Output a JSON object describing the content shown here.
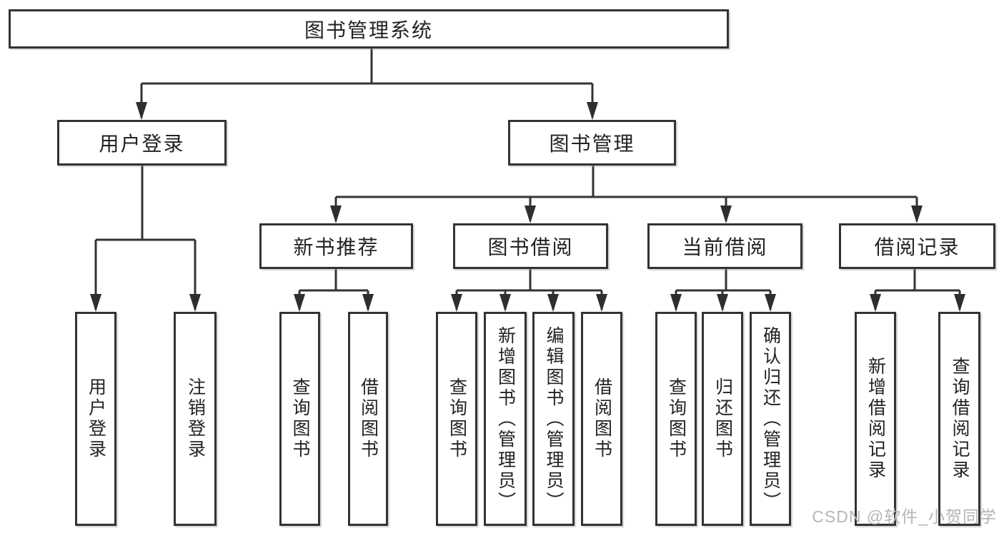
{
  "diagram": {
    "root": "图书管理系统",
    "branches": [
      {
        "name": "用户登录",
        "leaves": [
          "用户登录",
          "注销登录"
        ]
      },
      {
        "name": "图书管理",
        "groups": [
          {
            "name": "新书推荐",
            "leaves": [
              "查询图书",
              "借阅图书"
            ]
          },
          {
            "name": "图书借阅",
            "leaves": [
              "查询图书",
              "新增图书（管理员）",
              "编辑图书（管理员）",
              "借阅图书"
            ]
          },
          {
            "name": "当前借阅",
            "leaves": [
              "查询图书",
              "归还图书",
              "确认归还（管理员）"
            ]
          },
          {
            "name": "借阅记录",
            "leaves": [
              "新增借阅记录",
              "查询借阅记录"
            ]
          }
        ]
      }
    ]
  },
  "watermark": "CSDN @软件_小贺同学",
  "colors": {
    "line": "#333333",
    "arrow": "#2e2e2e",
    "text": "#222222",
    "watermark": "#b5b5b5",
    "background": "#ffffff"
  }
}
